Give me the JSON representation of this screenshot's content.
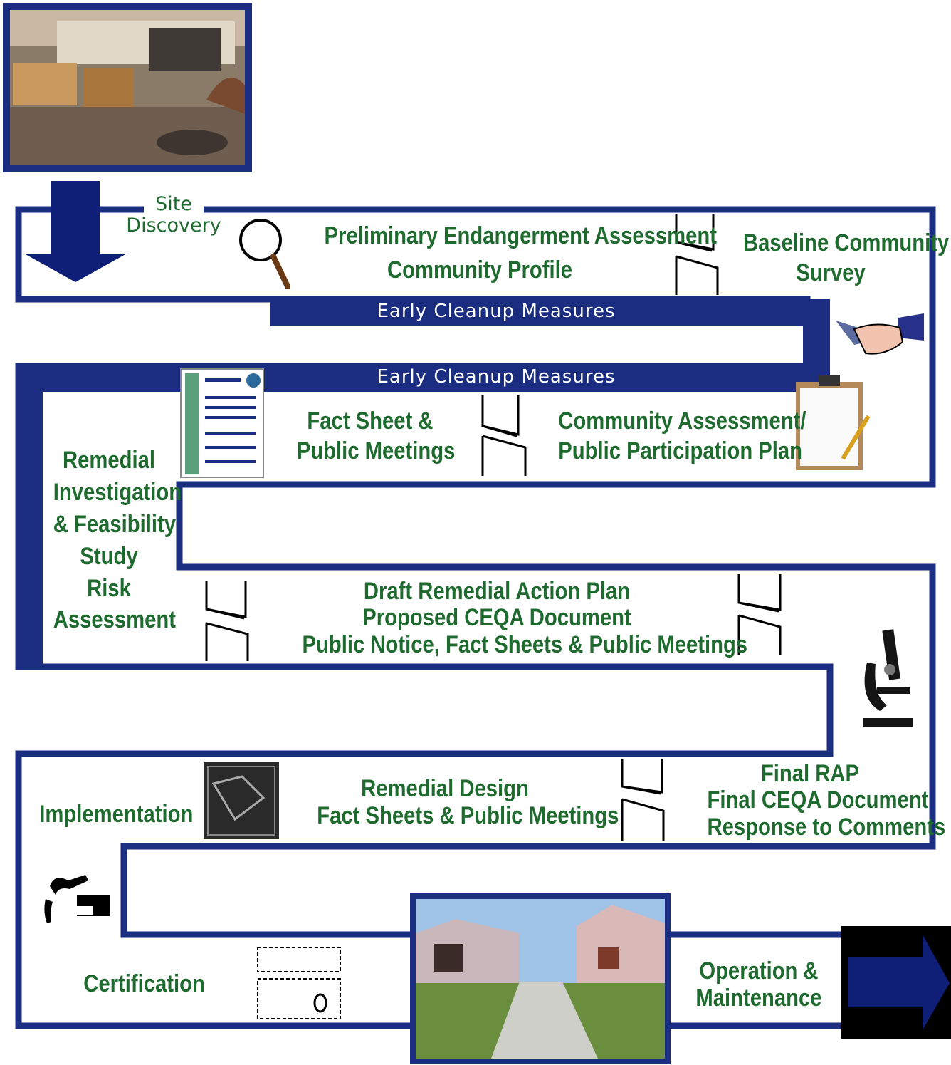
{
  "colors": {
    "frame": "#1a2d80",
    "text": "#1f6b2f",
    "bar_text": "#ffffff"
  },
  "start": {
    "line1": "Site",
    "line2": "Discovery"
  },
  "row1": {
    "left": [
      "Preliminary Endangerment Assessment",
      "Community Profile"
    ],
    "right": [
      "Baseline Community",
      "Survey"
    ]
  },
  "bars": {
    "top": "Early Cleanup Measures",
    "bottom": "Early Cleanup Measures"
  },
  "row2": {
    "fact": [
      "Fact Sheet &",
      "Public Meetings"
    ],
    "assess": [
      "Community Assessment/",
      "Public Participation Plan"
    ]
  },
  "remedial": [
    "Remedial",
    "Investigation",
    "& Feasibility",
    "Study",
    "Risk",
    "Assessment"
  ],
  "row3": [
    "Draft Remedial Action Plan",
    "Proposed CEQA Document",
    "Public Notice, Fact Sheets & Public Meetings"
  ],
  "row4": {
    "left": "Implementation",
    "middle": [
      "Remedial Design",
      "Fact Sheets & Public Meetings"
    ],
    "right": [
      "Final RAP",
      "Final CEQA Document",
      "Response to Comments"
    ]
  },
  "row5": {
    "left": "Certification",
    "right": [
      "Operation &",
      "Maintenance"
    ]
  },
  "icons": [
    "photo-contaminated-site",
    "down-arrow-icon",
    "magnifier-icon",
    "document-icon",
    "handshake-icon",
    "fact-sheet-icon",
    "clipboard-icon",
    "microscope-icon",
    "blueprint-icon",
    "excavator-icon",
    "certificate-icon",
    "photo-restored-homes",
    "right-arrow-icon"
  ]
}
